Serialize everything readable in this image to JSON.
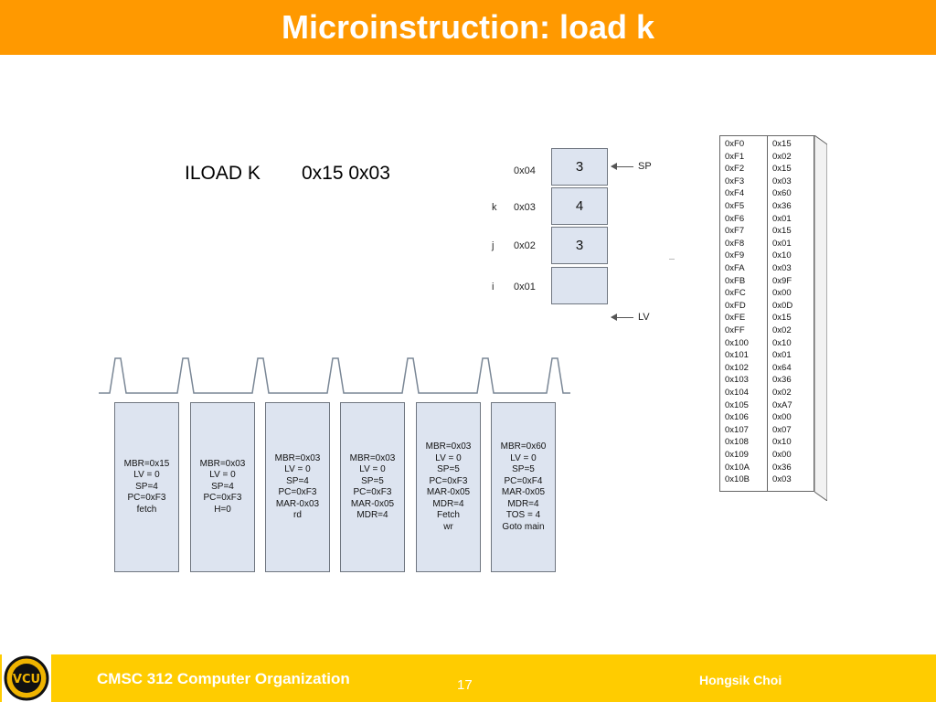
{
  "title": "Microinstruction: load k",
  "instruction": {
    "opcode": "ILOAD K",
    "operands": "0x15 0x03"
  },
  "stack": {
    "cells": [
      {
        "var": "",
        "addr": "0x04",
        "value": "3"
      },
      {
        "var": "k",
        "addr": "0x03",
        "value": "4"
      },
      {
        "var": "j",
        "addr": "0x02",
        "value": "3"
      },
      {
        "var": "i",
        "addr": "0x01",
        "value": ""
      }
    ],
    "sp_label": "SP",
    "lv_label": "LV"
  },
  "cycles": [
    {
      "text": "MBR=0x15\nLV = 0\nSP=4\nPC=0xF3\nfetch"
    },
    {
      "text": "MBR=0x03\nLV = 0\nSP=4\nPC=0xF3\nH=0"
    },
    {
      "text": "MBR=0x03\nLV = 0\nSP=4\nPC=0xF3\nMAR-0x03\nrd"
    },
    {
      "text": "MBR=0x03\nLV = 0\nSP=5\nPC=0xF3\nMAR-0x05\nMDR=4"
    },
    {
      "text": "MBR=0x03\nLV = 0\nSP=5\nPC=0xF3\nMAR-0x05\nMDR=4\nFetch\nwr"
    },
    {
      "text": "MBR=0x60\nLV = 0\nSP=5\nPC=0xF4\nMAR-0x05\nMDR=4\nTOS = 4\nGoto main"
    }
  ],
  "memory": [
    {
      "addr": "0xF0",
      "val": "0x15"
    },
    {
      "addr": "0xF1",
      "val": "0x02"
    },
    {
      "addr": "0xF2",
      "val": "0x15"
    },
    {
      "addr": "0xF3",
      "val": "0x03"
    },
    {
      "addr": "0xF4",
      "val": "0x60"
    },
    {
      "addr": "0xF5",
      "val": "0x36"
    },
    {
      "addr": "0xF6",
      "val": "0x01"
    },
    {
      "addr": "0xF7",
      "val": "0x15"
    },
    {
      "addr": "0xF8",
      "val": "0x01"
    },
    {
      "addr": "0xF9",
      "val": "0x10"
    },
    {
      "addr": "0xFA",
      "val": "0x03"
    },
    {
      "addr": "0xFB",
      "val": "0x9F"
    },
    {
      "addr": "0xFC",
      "val": "0x00"
    },
    {
      "addr": "0xFD",
      "val": "0x0D"
    },
    {
      "addr": "0xFE",
      "val": "0x15"
    },
    {
      "addr": "0xFF",
      "val": "0x02"
    },
    {
      "addr": "0x100",
      "val": "0x10"
    },
    {
      "addr": "0x101",
      "val": "0x01"
    },
    {
      "addr": "0x102",
      "val": "0x64"
    },
    {
      "addr": "0x103",
      "val": "0x36"
    },
    {
      "addr": "0x104",
      "val": "0x02"
    },
    {
      "addr": "0x105",
      "val": "0xA7"
    },
    {
      "addr": "0x106",
      "val": "0x00"
    },
    {
      "addr": "0x107",
      "val": "0x07"
    },
    {
      "addr": "0x108",
      "val": "0x10"
    },
    {
      "addr": "0x109",
      "val": "0x00"
    },
    {
      "addr": "0x10A",
      "val": "0x36"
    },
    {
      "addr": "0x10B",
      "val": "0x03"
    }
  ],
  "footer": {
    "course": "CMSC 312 Computer Organization",
    "page": "17",
    "author": "Hongsik Choi",
    "logo_text": "VCU"
  },
  "colors": {
    "title_bar": "#ff9900",
    "footer_bar": "#ffcc00",
    "cell_fill": "#dde4f0",
    "logo_gold": "#f0b400"
  }
}
